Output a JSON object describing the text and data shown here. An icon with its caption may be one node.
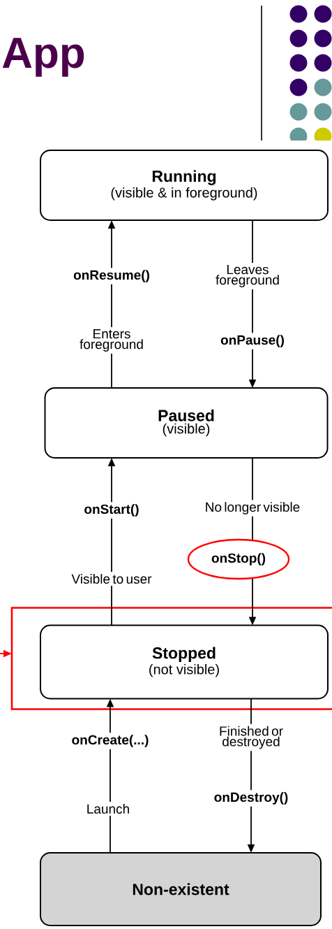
{
  "diagram": {
    "title": "App",
    "nodes": [
      {
        "text": [
          "Running",
          "(visible & in foreground)"
        ]
      },
      {
        "text": [
          "Paused",
          "(visible)"
        ]
      },
      {
        "text": [],
        "shape": "box"
      },
      {
        "text": [
          "Stopped",
          "(not visible)"
        ],
        "in": 2
      },
      {
        "text": [
          "Non-existent"
        ]
      }
    ],
    "edges": [
      {
        "from": 1,
        "to": 0,
        "arrow": "to",
        "label": "onResume()"
      },
      {
        "from": 0,
        "to": 1,
        "arrow": "to",
        "label": "onPause()"
      },
      {
        "from": 3,
        "to": 1,
        "arrow": "to",
        "label": "onStart()"
      },
      {
        "from": 1,
        "to": 3,
        "arrow": "to",
        "label": "onStop()"
      },
      {
        "from": 4,
        "to": 3,
        "arrow": "to",
        "label": "onCreate(...)"
      },
      {
        "from": 3,
        "to": 4,
        "arrow": "to",
        "label": "onDestroy()"
      },
      {
        "from": null,
        "to": 2,
        "arrow": "to",
        "color": "#ff0000"
      }
    ],
    "labels": [
      "Leaves foreground",
      "Enters foreground",
      "No longer visible",
      "Visible to user",
      "Finished or destroyed",
      "Launch"
    ]
  }
}
